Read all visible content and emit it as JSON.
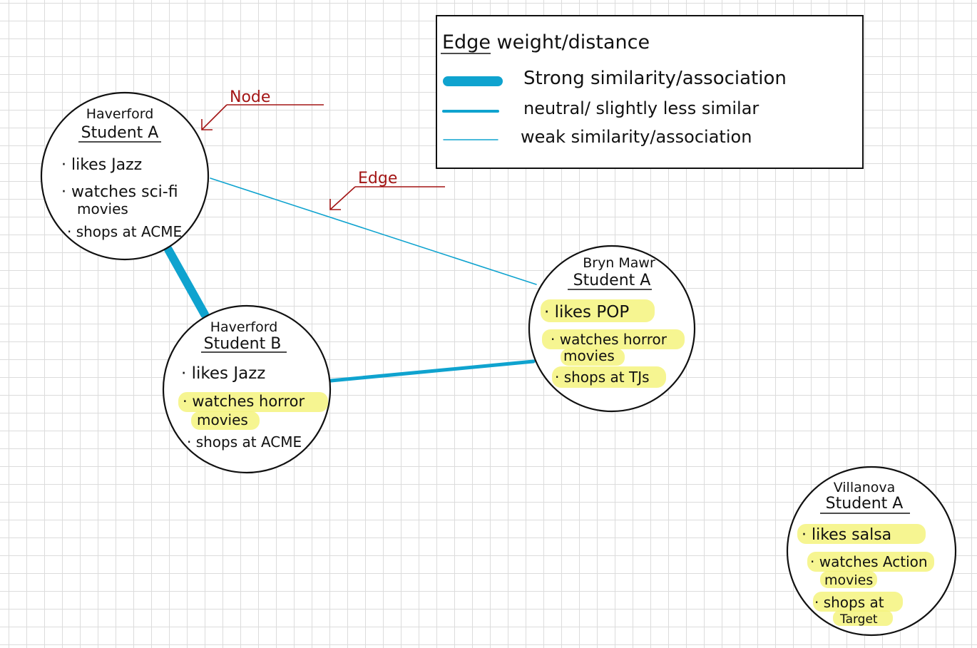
{
  "legend": {
    "title": "Edge weight/distance",
    "items": [
      {
        "label": "Strong similarity/association",
        "weight": "strong"
      },
      {
        "label": "neutral/ slightly less similar",
        "weight": "neutral"
      },
      {
        "label": "weak similarity/association",
        "weight": "weak"
      }
    ]
  },
  "annotations": {
    "node": "Node",
    "edge": "Edge"
  },
  "nodes": [
    {
      "id": "haverford-a",
      "title_line1": "Haverford",
      "title_line2": "Student A",
      "items": [
        {
          "text": "· likes Jazz",
          "highlight": false
        },
        {
          "text": "· watches sci-fi",
          "highlight": false
        },
        {
          "text": "movies",
          "highlight": false
        },
        {
          "text": "· shops at ACME",
          "highlight": false
        }
      ]
    },
    {
      "id": "haverford-b",
      "title_line1": "Haverford",
      "title_line2": "Student B",
      "items": [
        {
          "text": "· likes Jazz",
          "highlight": false
        },
        {
          "text": "· watches horror",
          "highlight": true
        },
        {
          "text": "movies",
          "highlight": true
        },
        {
          "text": "· shops at ACME",
          "highlight": false
        }
      ]
    },
    {
      "id": "bryn-mawr-a",
      "title_line1": "Bryn Mawr",
      "title_line2": "Student A",
      "items": [
        {
          "text": "· likes POP",
          "highlight": true
        },
        {
          "text": "· watches horror",
          "highlight": true
        },
        {
          "text": "movies",
          "highlight": true
        },
        {
          "text": "· shops at TJs",
          "highlight": true
        }
      ]
    },
    {
      "id": "villanova-a",
      "title_line1": "Villanova",
      "title_line2": "Student A",
      "items": [
        {
          "text": "· likes salsa",
          "highlight": true
        },
        {
          "text": "· watches Action",
          "highlight": true
        },
        {
          "text": "movies",
          "highlight": true
        },
        {
          "text": "· shops at",
          "highlight": true
        },
        {
          "text": "Target",
          "highlight": true
        }
      ]
    }
  ],
  "edges": [
    {
      "from": "haverford-a",
      "to": "haverford-b",
      "weight": "strong"
    },
    {
      "from": "haverford-a",
      "to": "bryn-mawr-a",
      "weight": "weak"
    },
    {
      "from": "haverford-b",
      "to": "bryn-mawr-a",
      "weight": "neutral"
    }
  ],
  "colors": {
    "edge": "#0fa3cf",
    "node_border": "#111111",
    "highlight": "#f4f37e",
    "annotation": "#a31515",
    "grid": "#dcdcdc"
  }
}
